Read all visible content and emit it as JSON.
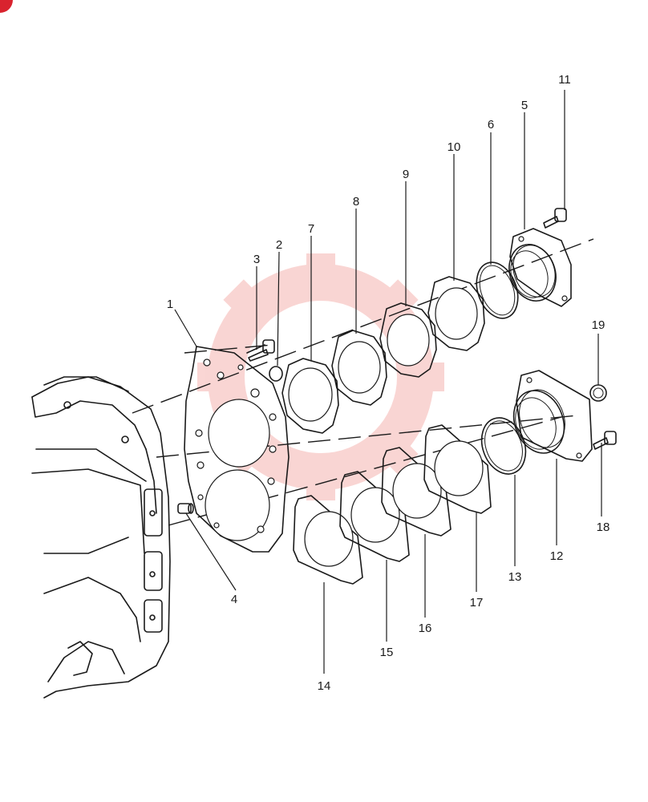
{
  "diagram": {
    "type": "exploded-parts-view",
    "watermark_color": "#e8453c",
    "callouts": [
      {
        "id": "1",
        "label": "1"
      },
      {
        "id": "2",
        "label": "2"
      },
      {
        "id": "3",
        "label": "3"
      },
      {
        "id": "4",
        "label": "4"
      },
      {
        "id": "5",
        "label": "5"
      },
      {
        "id": "6",
        "label": "6"
      },
      {
        "id": "7",
        "label": "7"
      },
      {
        "id": "8",
        "label": "8"
      },
      {
        "id": "9",
        "label": "9"
      },
      {
        "id": "10",
        "label": "10"
      },
      {
        "id": "11",
        "label": "11"
      },
      {
        "id": "12",
        "label": "12"
      },
      {
        "id": "13",
        "label": "13"
      },
      {
        "id": "14",
        "label": "14"
      },
      {
        "id": "15",
        "label": "15"
      },
      {
        "id": "16",
        "label": "16"
      },
      {
        "id": "17",
        "label": "17"
      },
      {
        "id": "18",
        "label": "18"
      },
      {
        "id": "19",
        "label": "19"
      }
    ]
  }
}
